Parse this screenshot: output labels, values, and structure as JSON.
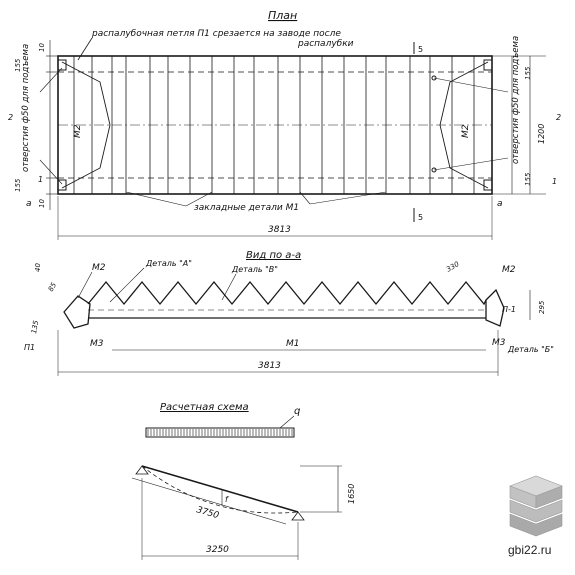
{
  "plan": {
    "title": "План",
    "top_note_line1": "распалубочная петля П1 срезается на заводе после",
    "top_note_line2": "распалубки",
    "left_vertical": "отверстия ф50 для подъема",
    "right_vertical": "отверстия ф50 для подъема",
    "embedded": "закладные детали М1",
    "m2_left": "М2",
    "m2_right": "М2",
    "section": "5",
    "section_bottom": "5",
    "a_left": "а",
    "a_right": "а",
    "dims": {
      "d10_top": "10",
      "d155_tl": "155",
      "d155_bl": "155",
      "d10_bl": "10",
      "d155_tr": "155",
      "d155_br": "155",
      "d1200": "1200",
      "d_width": "3813",
      "num2_left": "2",
      "num1_left": "1",
      "num2_right": "2",
      "num1_right": "1"
    }
  },
  "view": {
    "title": "Вид по а-а",
    "detail_a": "Деталь \"А\"",
    "detail_b": "Деталь \"В\"",
    "detail_v": "Деталь \"Б\"",
    "m2_left": "М2",
    "m2_right": "М2",
    "m3_left": "М3",
    "m3_right": "М3",
    "m1": "М1",
    "p1_left": "П1",
    "p1_right": "П-1",
    "dims": {
      "d40": "40",
      "d85": "85",
      "d330": "330",
      "d295": "295",
      "d135": "135",
      "d_width": "3813"
    }
  },
  "scheme": {
    "title": "Расчетная схема",
    "q": "q",
    "f": "f",
    "d3750": "3750",
    "d3250": "3250",
    "d1650": "1650"
  },
  "site": {
    "url": "gbi22.ru"
  }
}
